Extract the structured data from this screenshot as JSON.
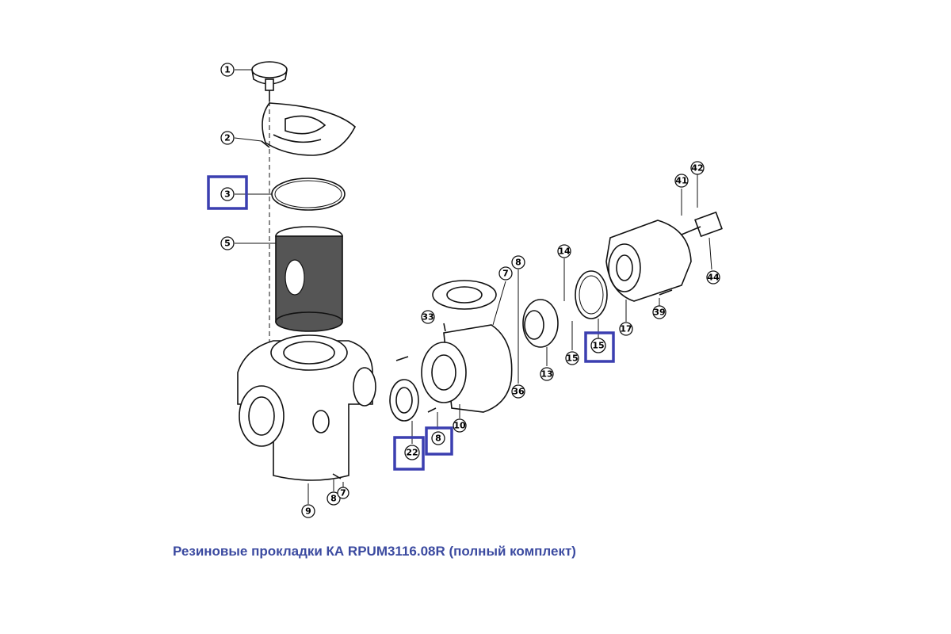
{
  "caption": "Резиновые прокладки КА RPUM3116.08R (полный комплект)",
  "colors": {
    "caption": "#3b4aa0",
    "highlight": "#3b3fb0",
    "line": "#111111"
  },
  "callouts": {
    "c1": "1",
    "c2": "2",
    "c3": "3",
    "c5": "5",
    "c7a": "7",
    "c8a": "8",
    "c33": "33",
    "c36": "36",
    "c13": "13",
    "c14": "14",
    "c15a": "15",
    "c15b": "15",
    "c17": "17",
    "c41": "41",
    "c42": "42",
    "c44": "44",
    "c39": "39",
    "c10": "10",
    "c22": "22",
    "c8b": "8",
    "c8c": "8",
    "c7b": "7",
    "c9": "9"
  },
  "highlighted": [
    "3",
    "22",
    "8",
    "15"
  ]
}
